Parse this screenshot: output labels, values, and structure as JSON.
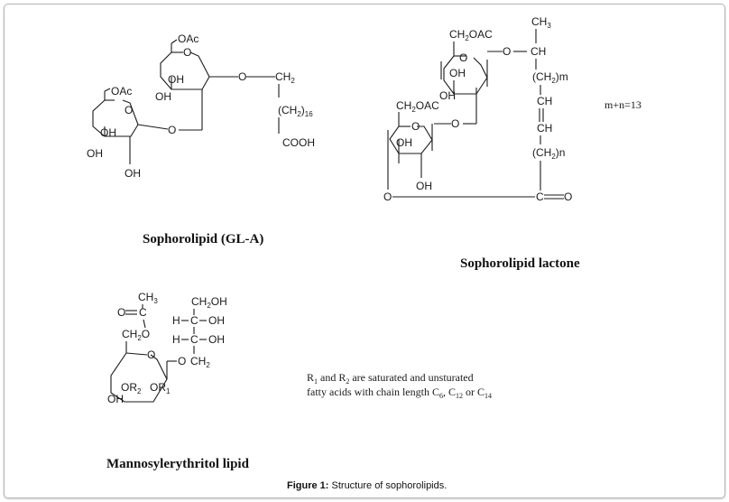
{
  "figure": {
    "caption_prefix": "Figure 1:",
    "caption_text": " Structure of sophorolipids."
  },
  "structures": {
    "glA": {
      "name": "Sophorolipid (GL-A)",
      "atoms": {
        "oac1": "OAc",
        "ring1_o": "O",
        "oh1": "OH",
        "oh2": "OH",
        "link_o": "O",
        "ch2": "CH",
        "ch2_sub": "2",
        "chain": "(CH",
        "chain_sub": "2",
        "chain_close": ")",
        "chain_count": "16",
        "cooh": "COOH",
        "oac2": "OAc",
        "ring2_o": "O",
        "oh3": "OH",
        "oh4": "OH",
        "oh5": "OH",
        "glyco_o": "O"
      }
    },
    "lactone": {
      "name": "Sophorolipid lactone",
      "note": "m+n=13",
      "atoms": {
        "ch3": "CH",
        "ch3_sub": "3",
        "ch2oac1_a": "CH",
        "ch2oac1_sub": "2",
        "ch2oac1_b": "OAC",
        "ring1_o": "O",
        "link_o": "O",
        "ch": "CH",
        "ch2m_a": "(CH",
        "ch2m_sub": "2",
        "ch2m_b": ")m",
        "oh1": "OH",
        "oh2": "OH",
        "ch_a": "CH",
        "ch_b": "CH",
        "ch2oac2_a": "CH",
        "ch2oac2_sub": "2",
        "ch2oac2_b": "OAC",
        "glyco_o": "O",
        "ring2_o": "O",
        "oh3": "OH",
        "oh4": "OH",
        "ch2n_a": "(CH",
        "ch2n_sub": "2",
        "ch2n_b": ")n",
        "ester_o": "O",
        "carbonyl_c": "C",
        "carbonyl_o": "O"
      }
    },
    "mel": {
      "name": "Mannosylerythritol lipid",
      "note_line1_a": "R",
      "note_line1_s1": "1",
      "note_line1_b": " and R",
      "note_line1_s2": "2",
      "note_line1_c": " are saturated and unsturated",
      "note_line2_a": "fatty acids with chain length C",
      "note_line2_s1": "6",
      "note_line2_b": ", C",
      "note_line2_s2": "12",
      "note_line2_c": " or C",
      "note_line2_s3": "14",
      "atoms": {
        "ch3": "CH",
        "ch3_sub": "3",
        "o_dbl": "O",
        "c_acyl": "C",
        "ch2o_a": "CH",
        "ch2o_sub": "2",
        "ch2o_b": "O",
        "ring_o": "O",
        "or2_a": "OR",
        "or2_sub": "2",
        "or1_a": "OR",
        "or1_sub": "1",
        "oh": "OH",
        "ch2oh_a": "CH",
        "ch2oh_sub": "2",
        "ch2oh_b": "OH",
        "h1": "H",
        "c1": "C",
        "oh1": "OH",
        "h2": "H",
        "c2": "C",
        "oh2": "OH",
        "o_link": "O",
        "ch2_a": "CH",
        "ch2_sub": "2"
      }
    }
  }
}
